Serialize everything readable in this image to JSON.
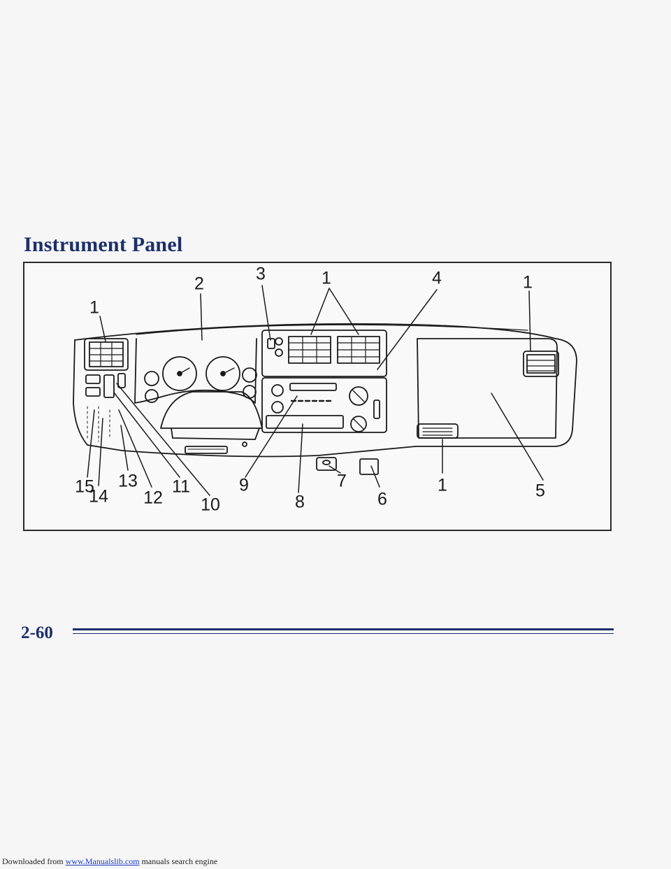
{
  "heading": "Instrument Panel",
  "figure": {
    "callouts": [
      "1",
      "2",
      "3",
      "1",
      "4",
      "1",
      "15",
      "14",
      "13",
      "12",
      "11",
      "10",
      "9",
      "8",
      "7",
      "6",
      "1",
      "5"
    ]
  },
  "page_number": "2-60",
  "footer": {
    "prefix": "Downloaded from ",
    "link": "www.Manualslib.com",
    "suffix": " manuals search engine"
  }
}
